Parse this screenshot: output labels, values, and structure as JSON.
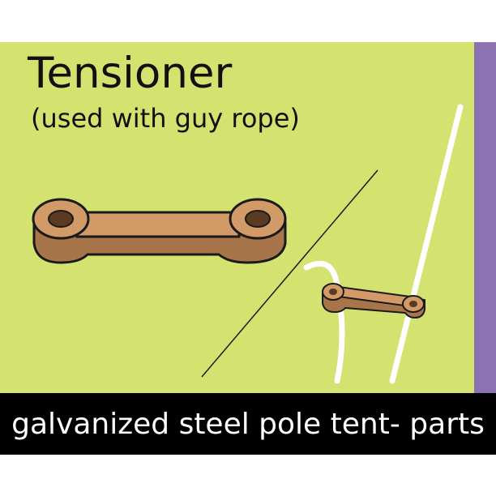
{
  "heading": {
    "title": "Tensioner",
    "subtitle": "(used with guy rope)"
  },
  "footer": {
    "caption": "galvanized steel pole tent- parts"
  },
  "colors": {
    "panel_background": "#d4e270",
    "accent_strip": "#8b72b3",
    "tensioner_body": "#d19a66",
    "tensioner_shadow": "#a8744a",
    "rope": "#ffffff",
    "footer_background": "#000000"
  },
  "icons": [
    "tensioner-illustration",
    "tensioner-on-rope-illustration"
  ]
}
